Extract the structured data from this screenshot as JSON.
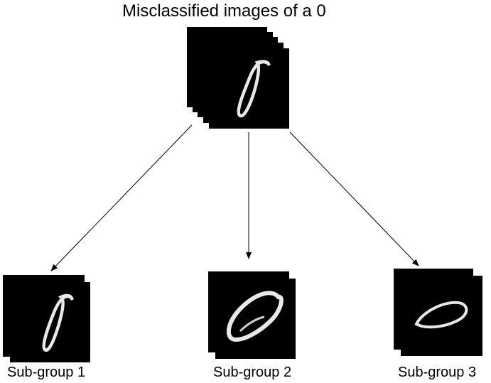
{
  "title": "Misclassified images of a 0",
  "subgroups": [
    {
      "label": "Sub-group 1"
    },
    {
      "label": "Sub-group 2"
    },
    {
      "label": "Sub-group 3"
    }
  ],
  "colors": {
    "background": "#ffffff",
    "tile": "#000000",
    "digit_stroke": "#e8e8e8",
    "arrow": "#000000"
  }
}
